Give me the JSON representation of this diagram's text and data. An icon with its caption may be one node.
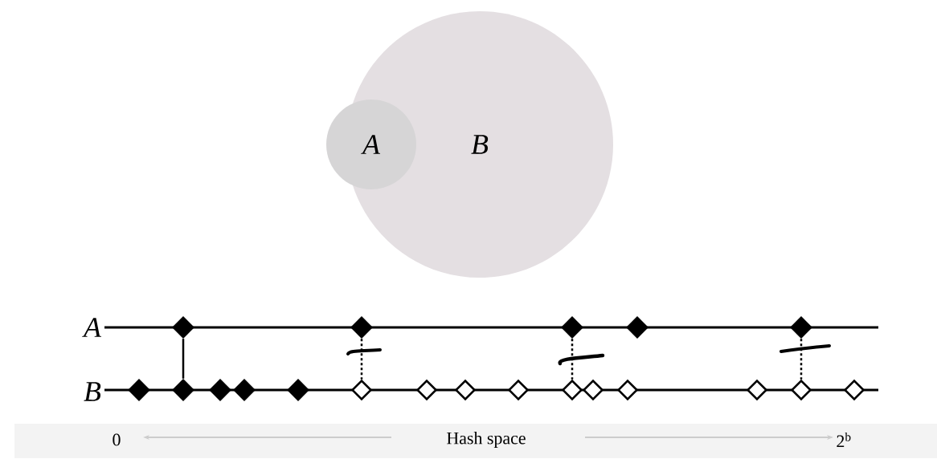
{
  "diagram": {
    "nodes": [
      {
        "text": [
          "A"
        ]
      },
      {
        "text": [
          "B"
        ]
      },
      {
        "text": [],
        "shape": "diamond"
      },
      {
        "text": [],
        "shape": "diamond"
      },
      {
        "text": [],
        "shape": "diamond"
      },
      {
        "text": [],
        "shape": "diamond"
      },
      {
        "text": [],
        "shape": "diamond"
      },
      {
        "text": [],
        "shape": "diamond"
      },
      {
        "text": [],
        "shape": "diamond"
      },
      {
        "text": [],
        "shape": "diamond"
      },
      {
        "text": [],
        "shape": "diamond"
      },
      {
        "text": [],
        "shape": "diamond"
      },
      {
        "text": [],
        "shape": "open-diamond"
      },
      {
        "text": [],
        "shape": "open-diamond"
      },
      {
        "text": [],
        "shape": "open-diamond"
      },
      {
        "text": [],
        "shape": "open-diamond"
      },
      {
        "text": [],
        "shape": "open-diamond"
      },
      {
        "text": [],
        "shape": "open-diamond"
      },
      {
        "text": [],
        "shape": "open-diamond"
      },
      {
        "text": [],
        "shape": "open-diamond"
      },
      {
        "text": [],
        "shape": "open-diamond"
      },
      {
        "text": [],
        "shape": "open-diamond"
      }
    ],
    "edges": [
      {
        "from": 2,
        "to": 8,
        "arrow": "none"
      },
      {
        "from": 3,
        "to": 12,
        "arrow": "none",
        "style": "dashed"
      },
      {
        "from": 4,
        "to": 16,
        "arrow": "none",
        "style": "dashed"
      },
      {
        "from": 6,
        "to": 20,
        "arrow": "none",
        "style": "dashed"
      }
    ],
    "labels": [
      "A",
      "B",
      "0",
      "Hash space",
      "2$^{b}$"
    ]
  }
}
